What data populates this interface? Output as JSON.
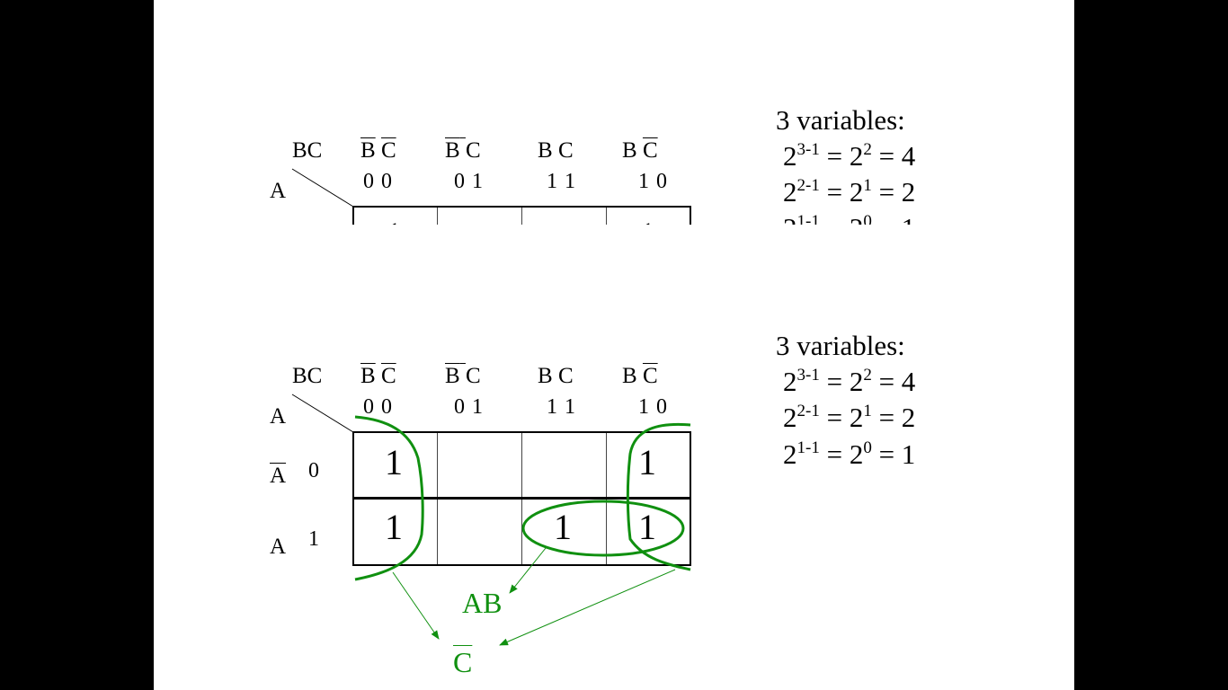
{
  "slide": {
    "background": "#ffffff",
    "letterbox_color": "#000000",
    "accent_color": "#109010"
  },
  "kmap": {
    "corner_col_var": "BC",
    "corner_row_var": "A",
    "columns": [
      {
        "b": "B",
        "b_bar": true,
        "c": "C",
        "c_bar": true,
        "code": "0 0"
      },
      {
        "b": "B",
        "b_bar": true,
        "c": "C",
        "c_bar": false,
        "code": "0 1"
      },
      {
        "b": "B",
        "b_bar": false,
        "c": "C",
        "c_bar": false,
        "code": "1 1"
      },
      {
        "b": "B",
        "b_bar": false,
        "c": "C",
        "c_bar": true,
        "code": "1 0"
      }
    ],
    "rows": [
      {
        "label": "A",
        "bar": true,
        "code": "0",
        "cells": [
          "1",
          "",
          "",
          "1"
        ]
      },
      {
        "label": "A",
        "bar": false,
        "code": "1",
        "cells": [
          "1",
          "",
          "1",
          "1"
        ]
      }
    ]
  },
  "groups": {
    "ab_label": "AB",
    "c_bar_label": "C"
  },
  "info": {
    "title": "3 variables:",
    "lines": [
      {
        "base": "2",
        "exp": "3-1",
        "eq1": "=",
        "base2": "2",
        "exp2": "2",
        "eq2": "=",
        "result": "4"
      },
      {
        "base": "2",
        "exp": "2-1",
        "eq1": "=",
        "base2": "2",
        "exp2": "1",
        "eq2": "=",
        "result": "2"
      },
      {
        "base": "2",
        "exp": "1-1",
        "eq1": "=",
        "base2": "2",
        "exp2": "0",
        "eq2": "=",
        "result": "1"
      }
    ]
  }
}
